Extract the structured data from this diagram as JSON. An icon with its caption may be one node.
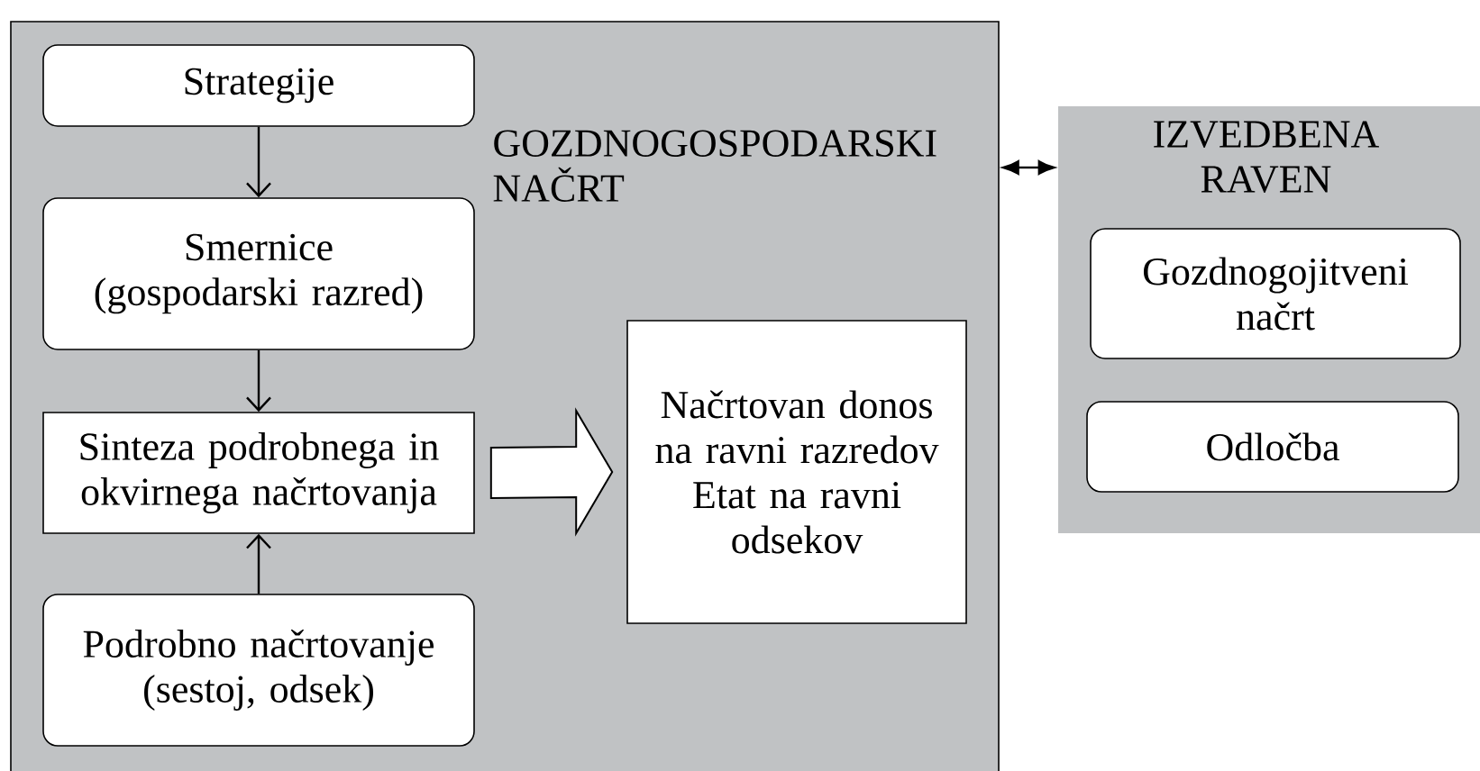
{
  "diagram": {
    "nodes": [
      {
        "text": [
          "GOZDNOGOSPODARSKI NAČRT"
        ]
      },
      {
        "text": [
          "Strategije"
        ],
        "in": 0
      },
      {
        "text": [
          "Smernice (gospodarski razred)"
        ],
        "in": 0
      },
      {
        "text": [
          "Sinteza podrobnega in okvirnega načrtovanja"
        ],
        "in": 0
      },
      {
        "text": [
          "Podrobno načrtovanje (sestoj, odsek)"
        ],
        "in": 0
      },
      {
        "text": [
          "Načrtovan donos na ravni razredov",
          "Etat na ravni odsekov"
        ],
        "in": 0
      },
      {
        "text": [
          "IZVEDBENA RAVEN"
        ]
      },
      {
        "text": [
          "Gozdnogojitveni načrt"
        ],
        "in": 6
      },
      {
        "text": [
          "Odločba"
        ],
        "in": 6
      }
    ],
    "edges": [
      {
        "from": 1,
        "to": 2,
        "arrow": "to"
      },
      {
        "from": 2,
        "to": 3,
        "arrow": "to"
      },
      {
        "from": 4,
        "to": 3,
        "arrow": "to"
      },
      {
        "from": 3,
        "to": 5,
        "arrow": "to",
        "style": "thick"
      },
      {
        "from": 0,
        "to": 6,
        "arrow": "both"
      }
    ]
  }
}
